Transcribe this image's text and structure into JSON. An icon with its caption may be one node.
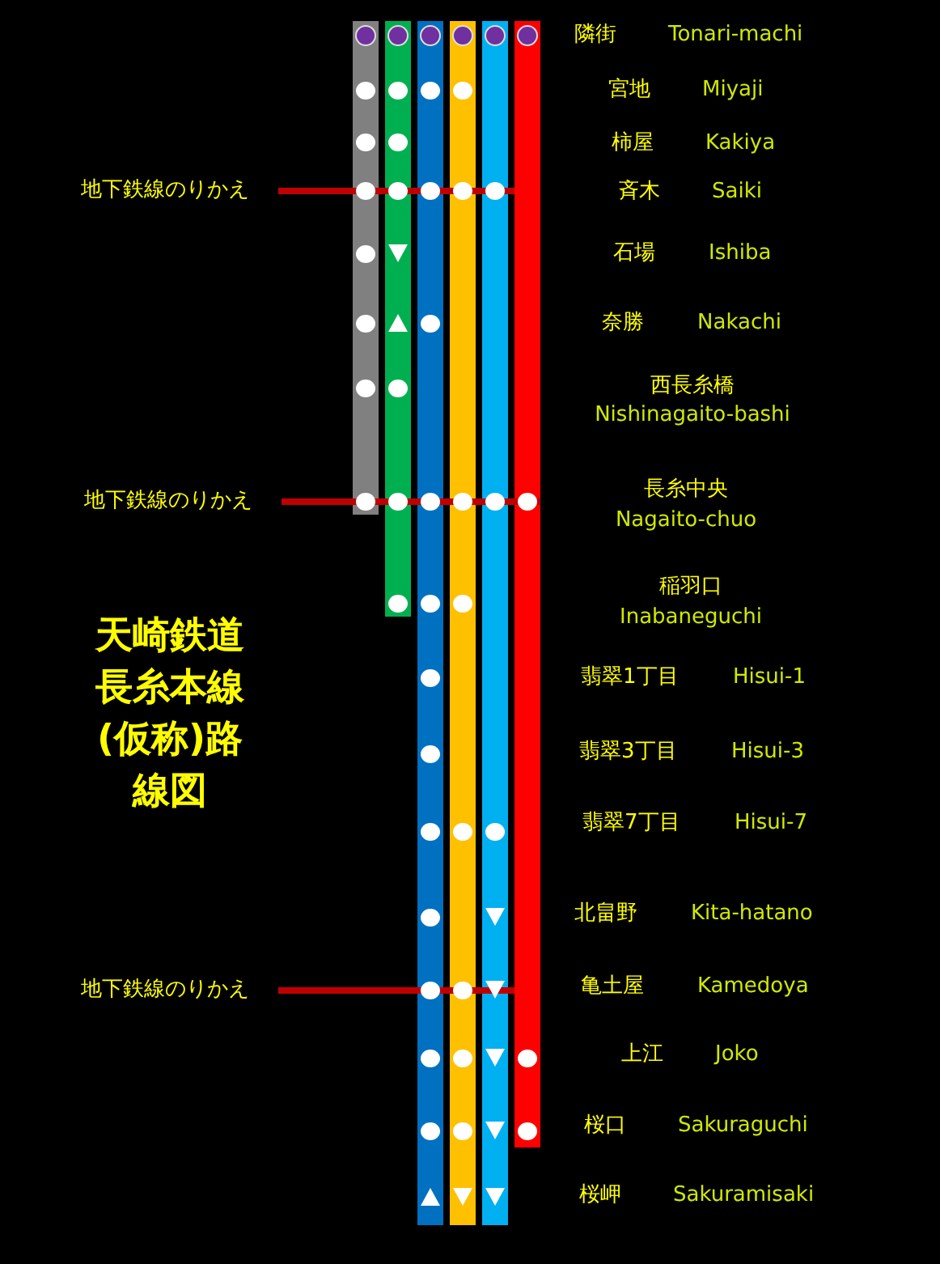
{
  "diagram": {
    "title": "天崎鉄道長糸本線(仮称)路線図",
    "nodes": [
      {
        "text": [
          "地下鉄線のりかえ"
        ]
      },
      {
        "text": [
          "地下鉄線のりかえ"
        ]
      },
      {
        "text": [
          "地下鉄線のりかえ"
        ]
      }
    ],
    "edges": [
      {
        "from": 0,
        "to": null,
        "arrow": "none"
      },
      {
        "from": 1,
        "to": null,
        "arrow": "none"
      },
      {
        "from": 2,
        "to": null,
        "arrow": "none"
      }
    ],
    "labels": [
      "隣街",
      "Tonari-machi",
      "宮地",
      "Miyaji",
      "柿屋",
      "Kakiya",
      "斉木",
      "Saiki",
      "石場",
      "Ishiba",
      "奈勝",
      "Nakachi",
      "西長糸橋",
      "Nishinagaito-bashi",
      "長糸中央",
      "Nagaito-chuo",
      "稲羽口",
      "Inabaneguchi",
      "翡翠1丁目",
      "Hisui-1",
      "翡翠3丁目",
      "Hisui-3",
      "翡翠7丁目",
      "Hisui-7",
      "北畠野",
      "Kita-hatano",
      "亀土屋",
      "Kamedoya",
      "上江",
      "Joko",
      "桜口",
      "Sakuraguchi",
      "桜岬",
      "Sakuramisaki"
    ]
  }
}
